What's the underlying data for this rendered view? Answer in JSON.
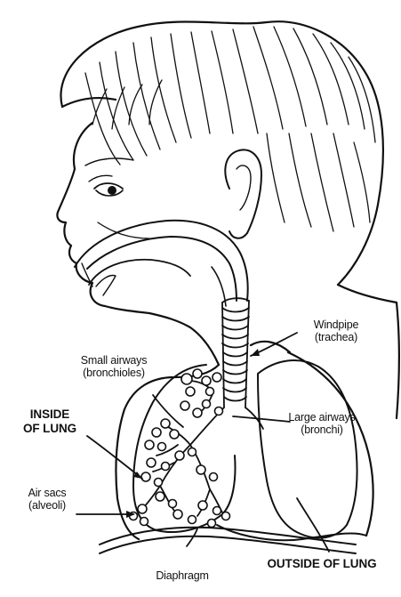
{
  "labels": {
    "windpipe": {
      "line1": "Windpipe",
      "line2": "(trachea)"
    },
    "small_airways": {
      "line1": "Small airways",
      "line2": "(bronchioles)"
    },
    "inside_of_lung": {
      "line1": "INSIDE",
      "line2": "OF LUNG"
    },
    "large_airways": {
      "line1": "Large airways",
      "line2": "(bronchi)"
    },
    "air_sacs": {
      "line1": "Air sacs",
      "line2": "(alveoli)"
    },
    "diaphragm": "Diaphragm",
    "outside_of_lung": "OUTSIDE OF LUNG"
  }
}
